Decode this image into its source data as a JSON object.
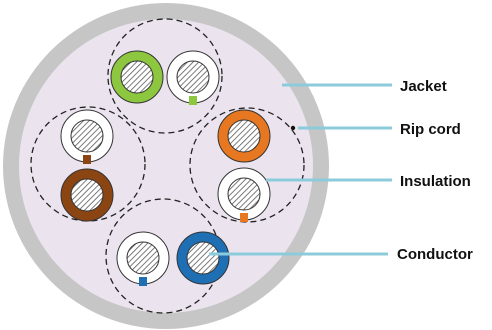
{
  "labels": {
    "jacket": "Jacket",
    "rip_cord": "Rip cord",
    "insulation": "Insulation",
    "conductor": "Conductor"
  },
  "colors": {
    "jacket_ring": "#c6c6c6",
    "cable_interior": "#ebe4ef",
    "leader_line": "#8ccbdb",
    "pair_boundary": "#222222",
    "conductor_hatch": "#5a5a5a",
    "green": "#8dc63f",
    "orange": "#e87722",
    "brown": "#8b4513",
    "blue": "#1f6fb5",
    "white_insulation": "#ffffff"
  },
  "pairs": [
    {
      "name": "green-pair",
      "solid": "green",
      "striped": "white-green"
    },
    {
      "name": "orange-pair",
      "solid": "orange",
      "striped": "white-orange"
    },
    {
      "name": "brown-pair",
      "solid": "brown",
      "striped": "white-brown"
    },
    {
      "name": "blue-pair",
      "solid": "blue",
      "striped": "white-blue"
    }
  ]
}
